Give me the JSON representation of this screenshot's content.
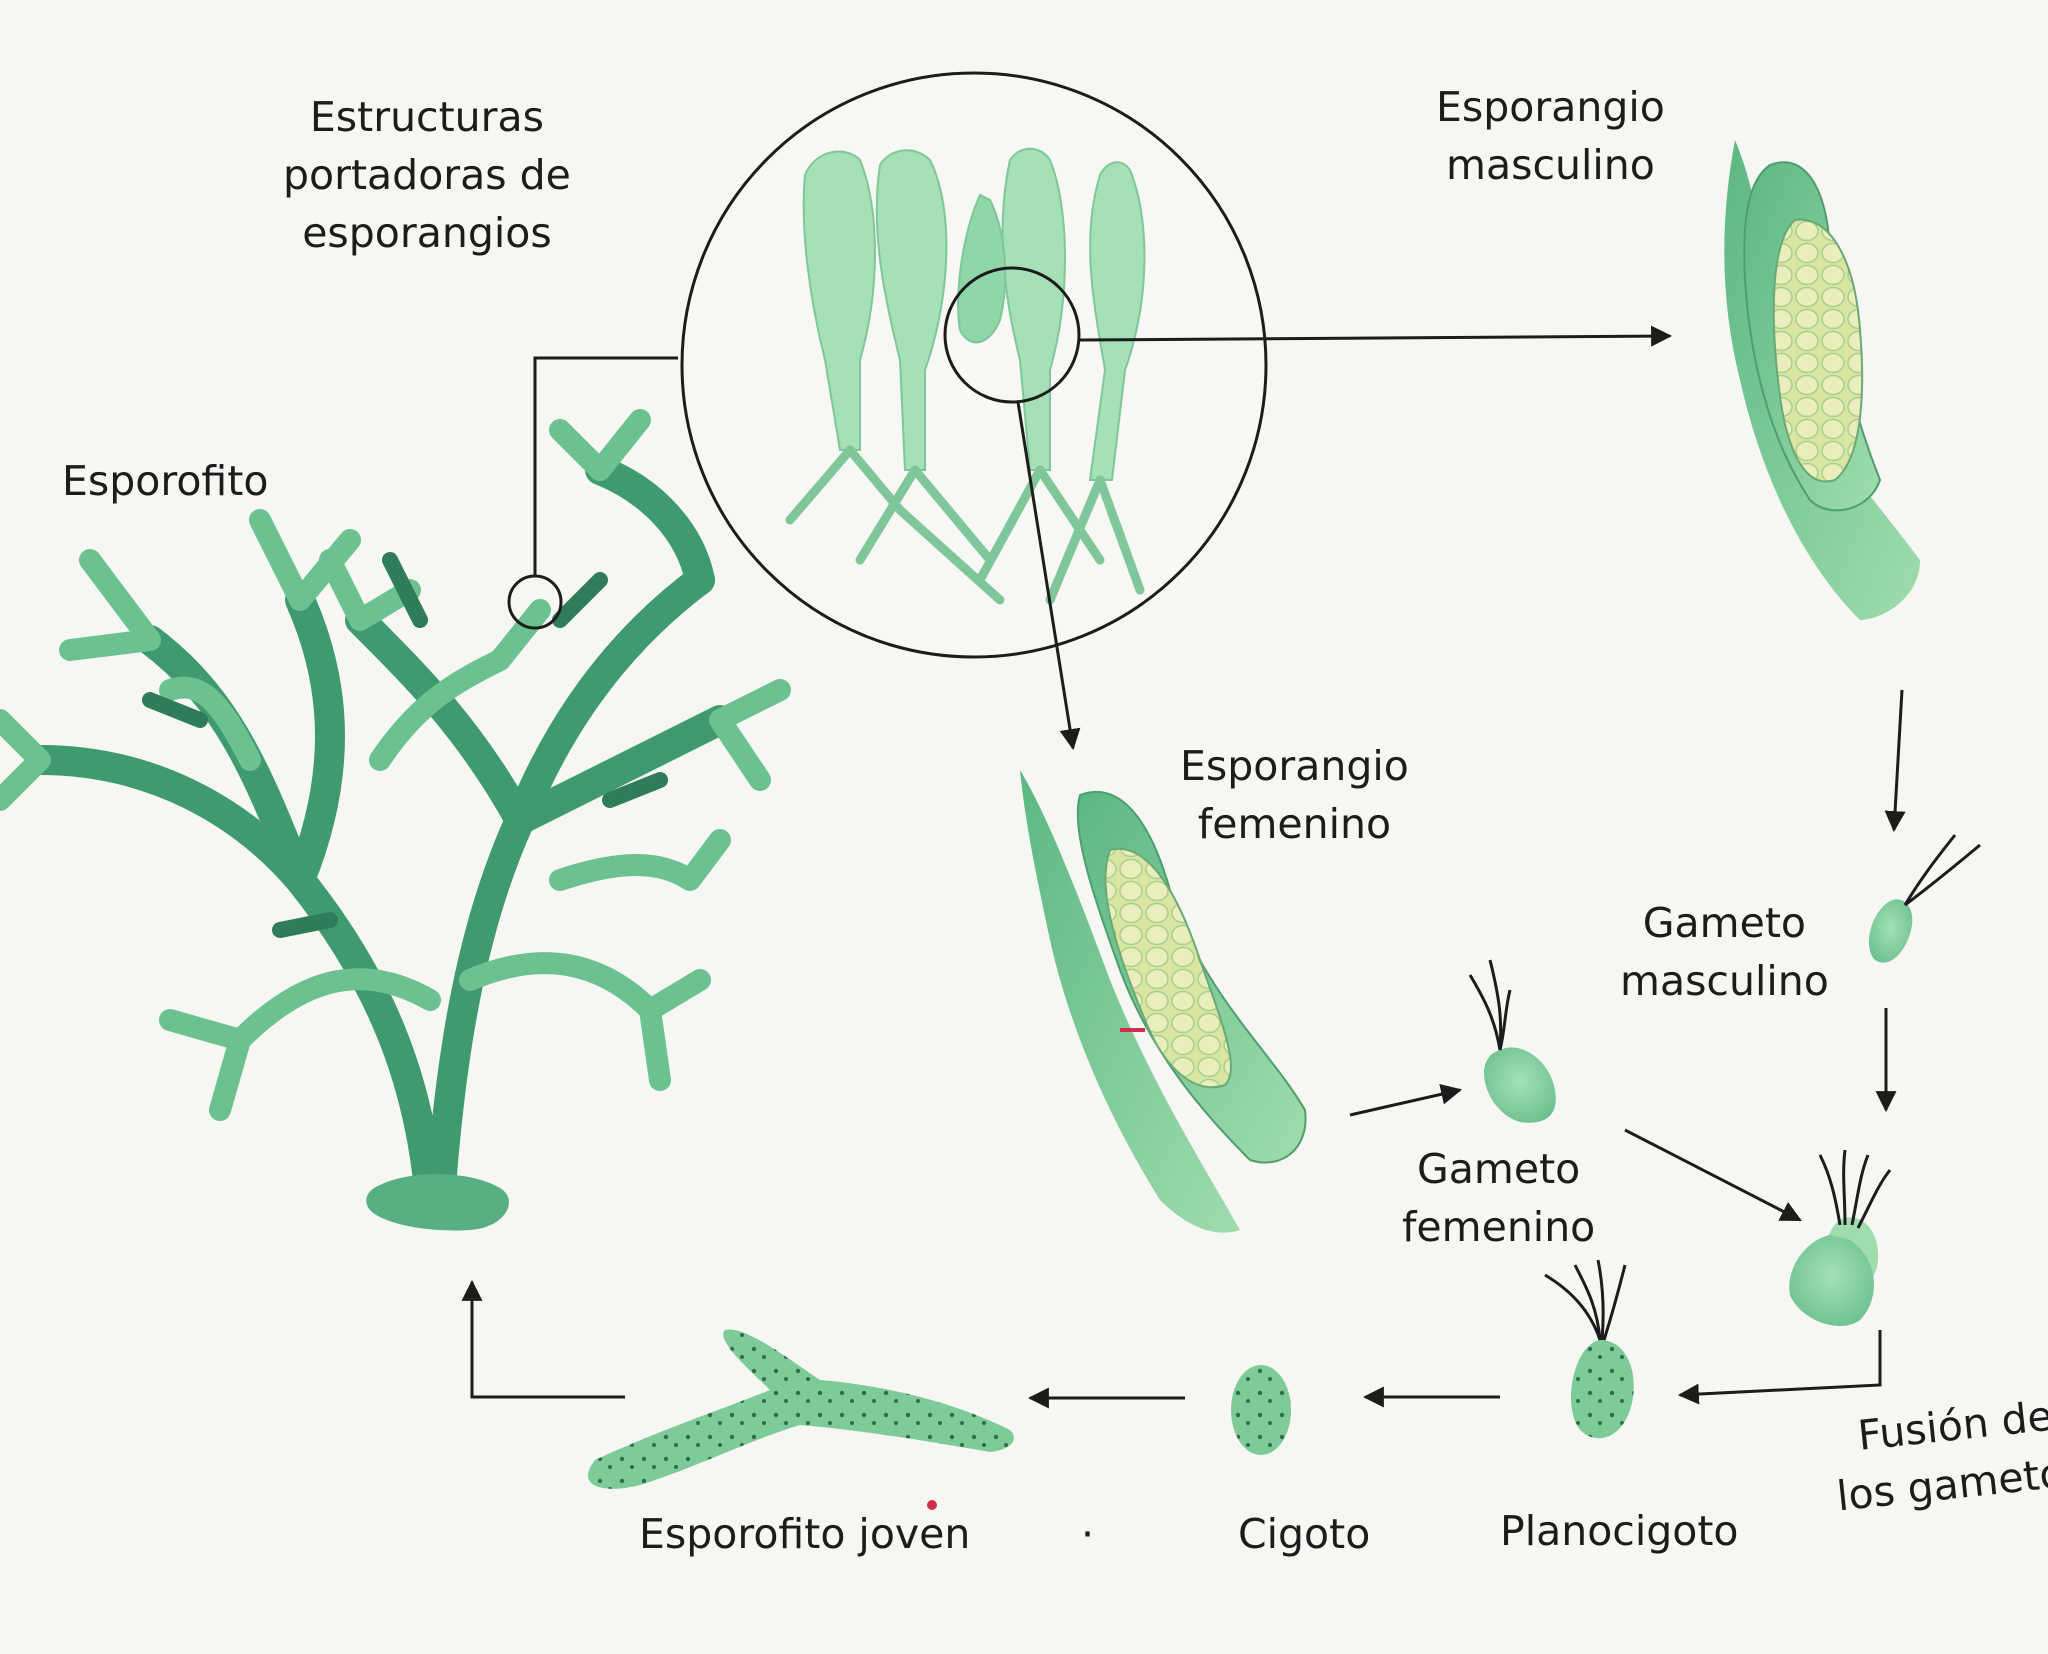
{
  "labels": {
    "estructuras": "Estructuras\nportadoras de\nesporangios",
    "esporofito": "Esporofito",
    "esporangio_masculino": "Esporangio\nmasculino",
    "esporangio_femenino": "Esporangio\nfemenino",
    "gameto_masculino": "Gameto\nmasculino",
    "gameto_femenino": "Gameto\nfemenino",
    "fusion": "Fusión de\nlos gametos",
    "planocigoto": "Planocigoto",
    "cigoto": "Cigoto",
    "esporofito_joven": "Esporofito joven",
    "dot": "·"
  },
  "colors": {
    "background": "#f6f6f3",
    "plant_dark": "#3f9a70",
    "plant_light": "#8fd6a8",
    "cell_fill": "#e6e6a8",
    "ink": "#1c1c1c"
  }
}
